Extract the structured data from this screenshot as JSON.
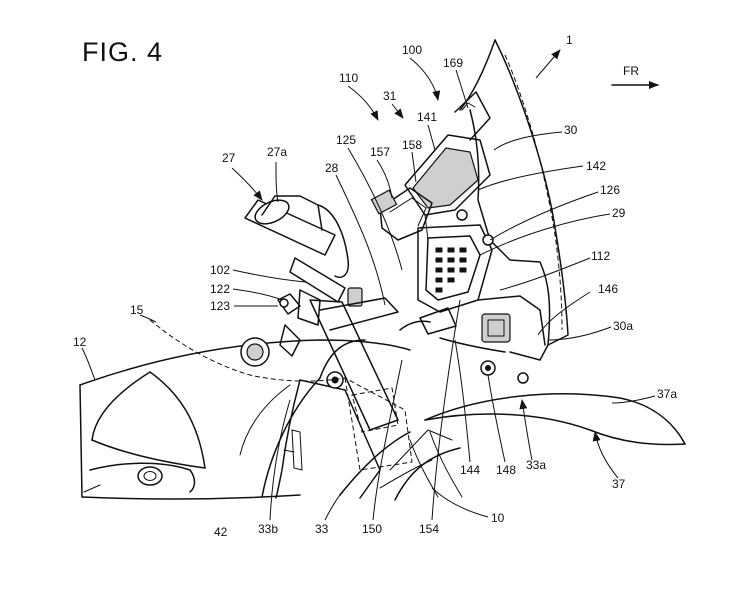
{
  "figure": {
    "title": "FIG. 4",
    "direction_label": "FR"
  },
  "references": {
    "r1": "1",
    "r10": "10",
    "r12": "12",
    "r15": "15",
    "r27": "27",
    "r27a": "27a",
    "r28": "28",
    "r29": "29",
    "r30": "30",
    "r30a": "30a",
    "r31": "31",
    "r33": "33",
    "r33a": "33a",
    "r33b": "33b",
    "r37": "37",
    "r37a": "37a",
    "r42": "42",
    "r100": "100",
    "r102": "102",
    "r110": "110",
    "r112": "112",
    "r122": "122",
    "r123": "123",
    "r125": "125",
    "r126": "126",
    "r141": "141",
    "r142": "142",
    "r144": "144",
    "r146": "146",
    "r148": "148",
    "r150": "150",
    "r154": "154",
    "r157": "157",
    "r158": "158",
    "r169": "169"
  }
}
